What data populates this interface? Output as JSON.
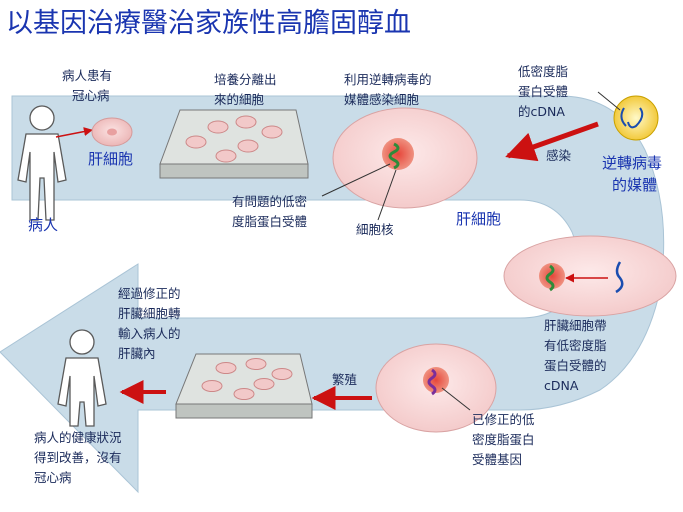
{
  "title": "以基因治療醫治家族性高膽固醇血",
  "labels": {
    "patient_condition": [
      "病人患有",
      "冠心病"
    ],
    "patient": "病人",
    "liver_cell": "肝細胞",
    "cultured_cells": [
      "培養分離出",
      "來的細胞"
    ],
    "viral_infection": [
      "利用逆轉病毒的",
      "媒體感染細胞"
    ],
    "ldl_cdna": [
      "低密度脂",
      "蛋白受體",
      "的cDNA"
    ],
    "infection": "感染",
    "retrovirus": [
      "逆轉病毒",
      "的媒體"
    ],
    "defective_receptor": [
      "有問題的低密",
      "度脂蛋白受體"
    ],
    "nucleus": "細胞核",
    "liver_cell_right": "肝細胞",
    "liver_cell_with_cdna": [
      "肝臟細胞帶",
      "有低密度脂",
      "蛋白受體的",
      "cDNA"
    ],
    "corrected_gene": [
      "已修正的低",
      "密度脂蛋白",
      "受體基因"
    ],
    "reproduce": "繁殖",
    "transplant": [
      "經過修正的",
      "肝臟細胞轉",
      "輸入病人的",
      "肝臟內"
    ],
    "outcome": [
      "病人的健康狀況",
      "得到改善，沒有",
      "冠心病"
    ]
  },
  "colors": {
    "title": "#1a35b0",
    "arrow_band": "#c9dce8",
    "cell_fill": "#f6d8d8",
    "arrow_red": "#cc1111",
    "plate": "#dfe3e0"
  }
}
